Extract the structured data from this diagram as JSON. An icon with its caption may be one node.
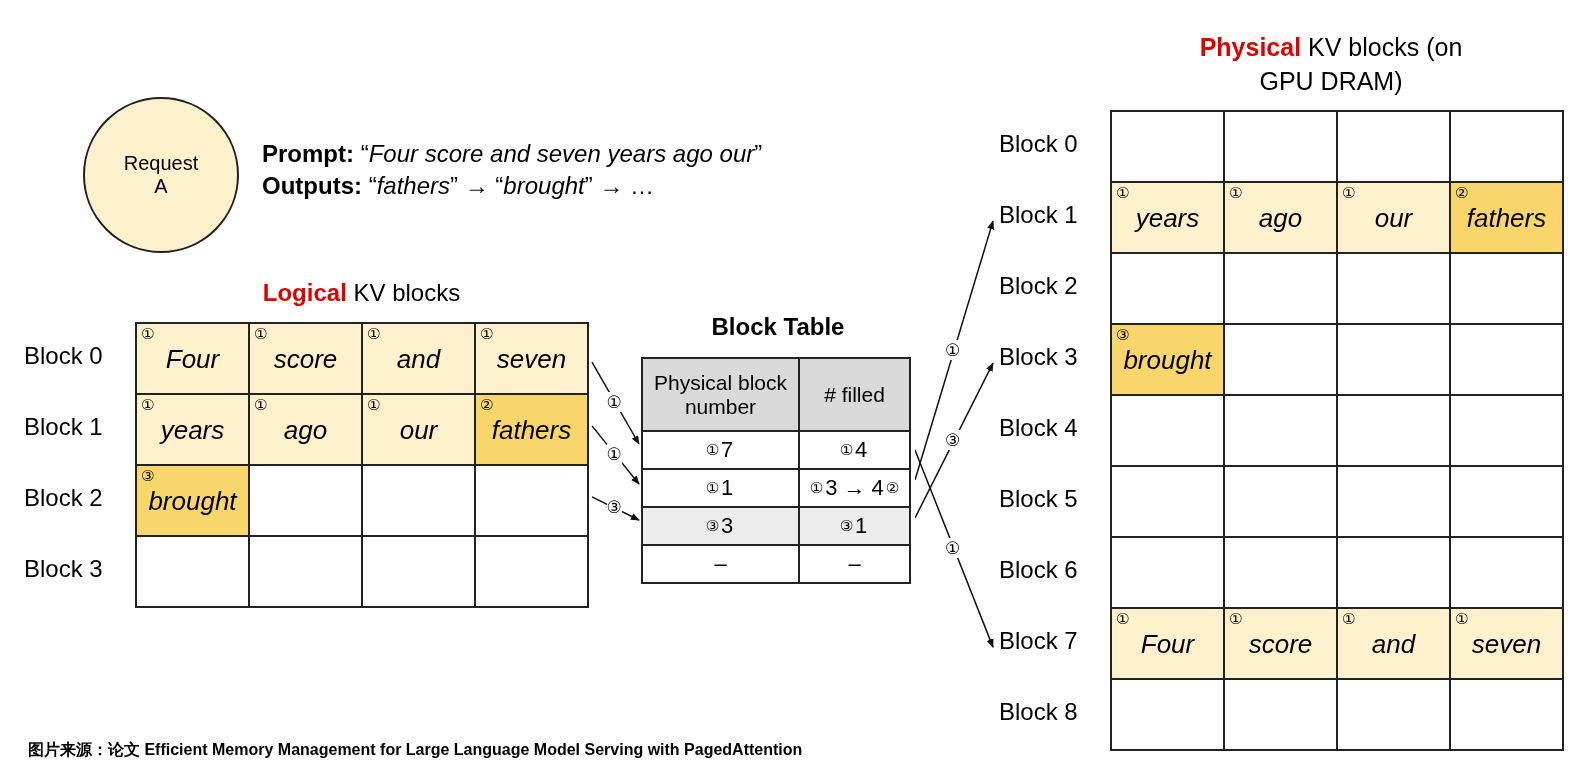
{
  "diagram": {
    "caption": "图片来源：论文 Efficient Memory Management for Large Language Model Serving with PagedAttention",
    "nodes": [
      {
        "text": [
          "Request A"
        ]
      },
      {
        "text": [
          "**Logical** KV blocks"
        ]
      },
      {
        "text": [
          "Block 0",
          "①",
          "Four",
          "①",
          "score",
          "①",
          "and",
          "①",
          "seven"
        ],
        "in": 1
      },
      {
        "text": [
          "Block 1",
          "①",
          "years",
          "①",
          "ago",
          "①",
          "our",
          "②",
          "fathers"
        ],
        "in": 1
      },
      {
        "text": [
          "Block 2",
          "③",
          "brought"
        ],
        "in": 1
      },
      {
        "text": [
          "Block 3"
        ],
        "in": 1
      },
      {
        "text": [
          "Block Table",
          "Physical block number",
          "# filled"
        ]
      },
      {
        "text": [
          "①",
          "7",
          "①",
          "4"
        ],
        "in": 6
      },
      {
        "text": [
          "①",
          "1",
          "①",
          "3 → 4",
          "②"
        ],
        "in": 6
      },
      {
        "text": [
          "③",
          "3",
          "③",
          "1"
        ],
        "in": 6
      },
      {
        "text": [
          "–",
          "–"
        ],
        "in": 6
      },
      {
        "text": [
          "**Physical** KV blocks (on GPU DRAM)"
        ]
      },
      {
        "text": [
          "Block 0"
        ],
        "in": 11
      },
      {
        "text": [
          "Block 1",
          "①",
          "years",
          "①",
          "ago",
          "①",
          "our",
          "②",
          "fathers"
        ],
        "in": 11
      },
      {
        "text": [
          "Block 2"
        ],
        "in": 11
      },
      {
        "text": [
          "Block 3",
          "③",
          "brought"
        ],
        "in": 11
      },
      {
        "text": [
          "Block 4"
        ],
        "in": 11
      },
      {
        "text": [
          "Block 5"
        ],
        "in": 11
      },
      {
        "text": [
          "Block 6"
        ],
        "in": 11
      },
      {
        "text": [
          "Block 7",
          "①",
          "Four",
          "①",
          "score",
          "①",
          "and",
          "①",
          "seven"
        ],
        "in": 11
      },
      {
        "text": [
          "Block 8"
        ],
        "in": 11
      }
    ],
    "edges": [
      {
        "from": 2,
        "to": 7,
        "arrow": "to",
        "label": "①"
      },
      {
        "from": 3,
        "to": 8,
        "arrow": "to",
        "label": "①"
      },
      {
        "from": 4,
        "to": 9,
        "arrow": "to",
        "label": "③"
      },
      {
        "from": 7,
        "to": 19,
        "arrow": "to",
        "label": "①"
      },
      {
        "from": 8,
        "to": 13,
        "arrow": "to",
        "label": "①"
      },
      {
        "from": 9,
        "to": 15,
        "arrow": "to",
        "label": "③"
      }
    ],
    "labels": [
      "**Prompt:** “*Four score and seven years ago our*”",
      "**Outputs:** “*fathers*” → “*brought*” → …"
    ]
  }
}
